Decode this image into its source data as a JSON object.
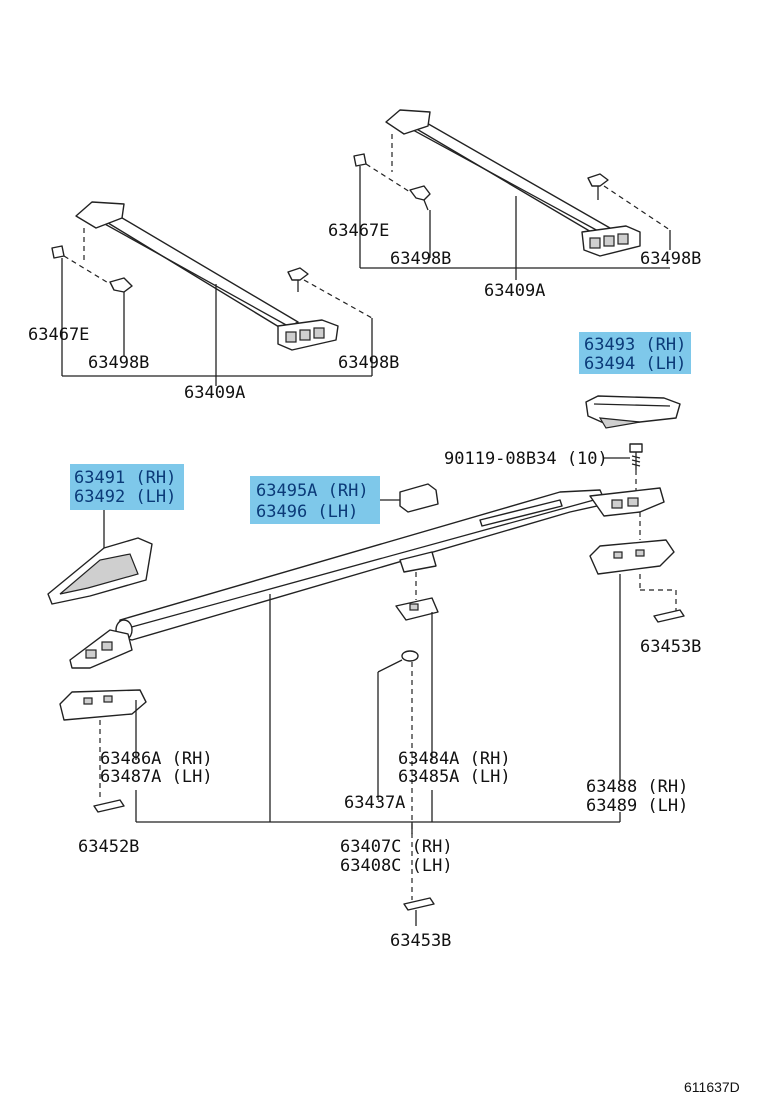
{
  "labels": {
    "p63467E_top": "63467E",
    "p63498B_top_left": "63498B",
    "p63498B_top_right": "63498B",
    "p63409A_top": "63409A",
    "p63467E_mid": "63467E",
    "p63498B_mid_left": "63498B",
    "p63498B_mid_right": "63498B",
    "p63409A_mid": "63409A",
    "p63493": "63493 (RH)",
    "p63494": "63494 (LH)",
    "p90119": "90119-08B34 (10)",
    "p63491": "63491 (RH)",
    "p63492": "63492 (LH)",
    "p63495A": "63495A (RH)",
    "p63496": "63496 (LH)",
    "p63453B_right": "63453B",
    "p63486A": "63486A (RH)",
    "p63487A": "63487A (LH)",
    "p63484A": "63484A (RH)",
    "p63485A": "63485A (LH)",
    "p63488": "63488 (RH)",
    "p63489": "63489 (LH)",
    "p63437A": "63437A",
    "p63452B": "63452B",
    "p63407C": "63407C (RH)",
    "p63408C": "63408C (LH)",
    "p63453B_bottom": "63453B"
  },
  "diagram_code": "611637D",
  "colors": {
    "highlight": "#7ec8ea",
    "highlight_text": "#0b3a78",
    "line": "#222222"
  }
}
